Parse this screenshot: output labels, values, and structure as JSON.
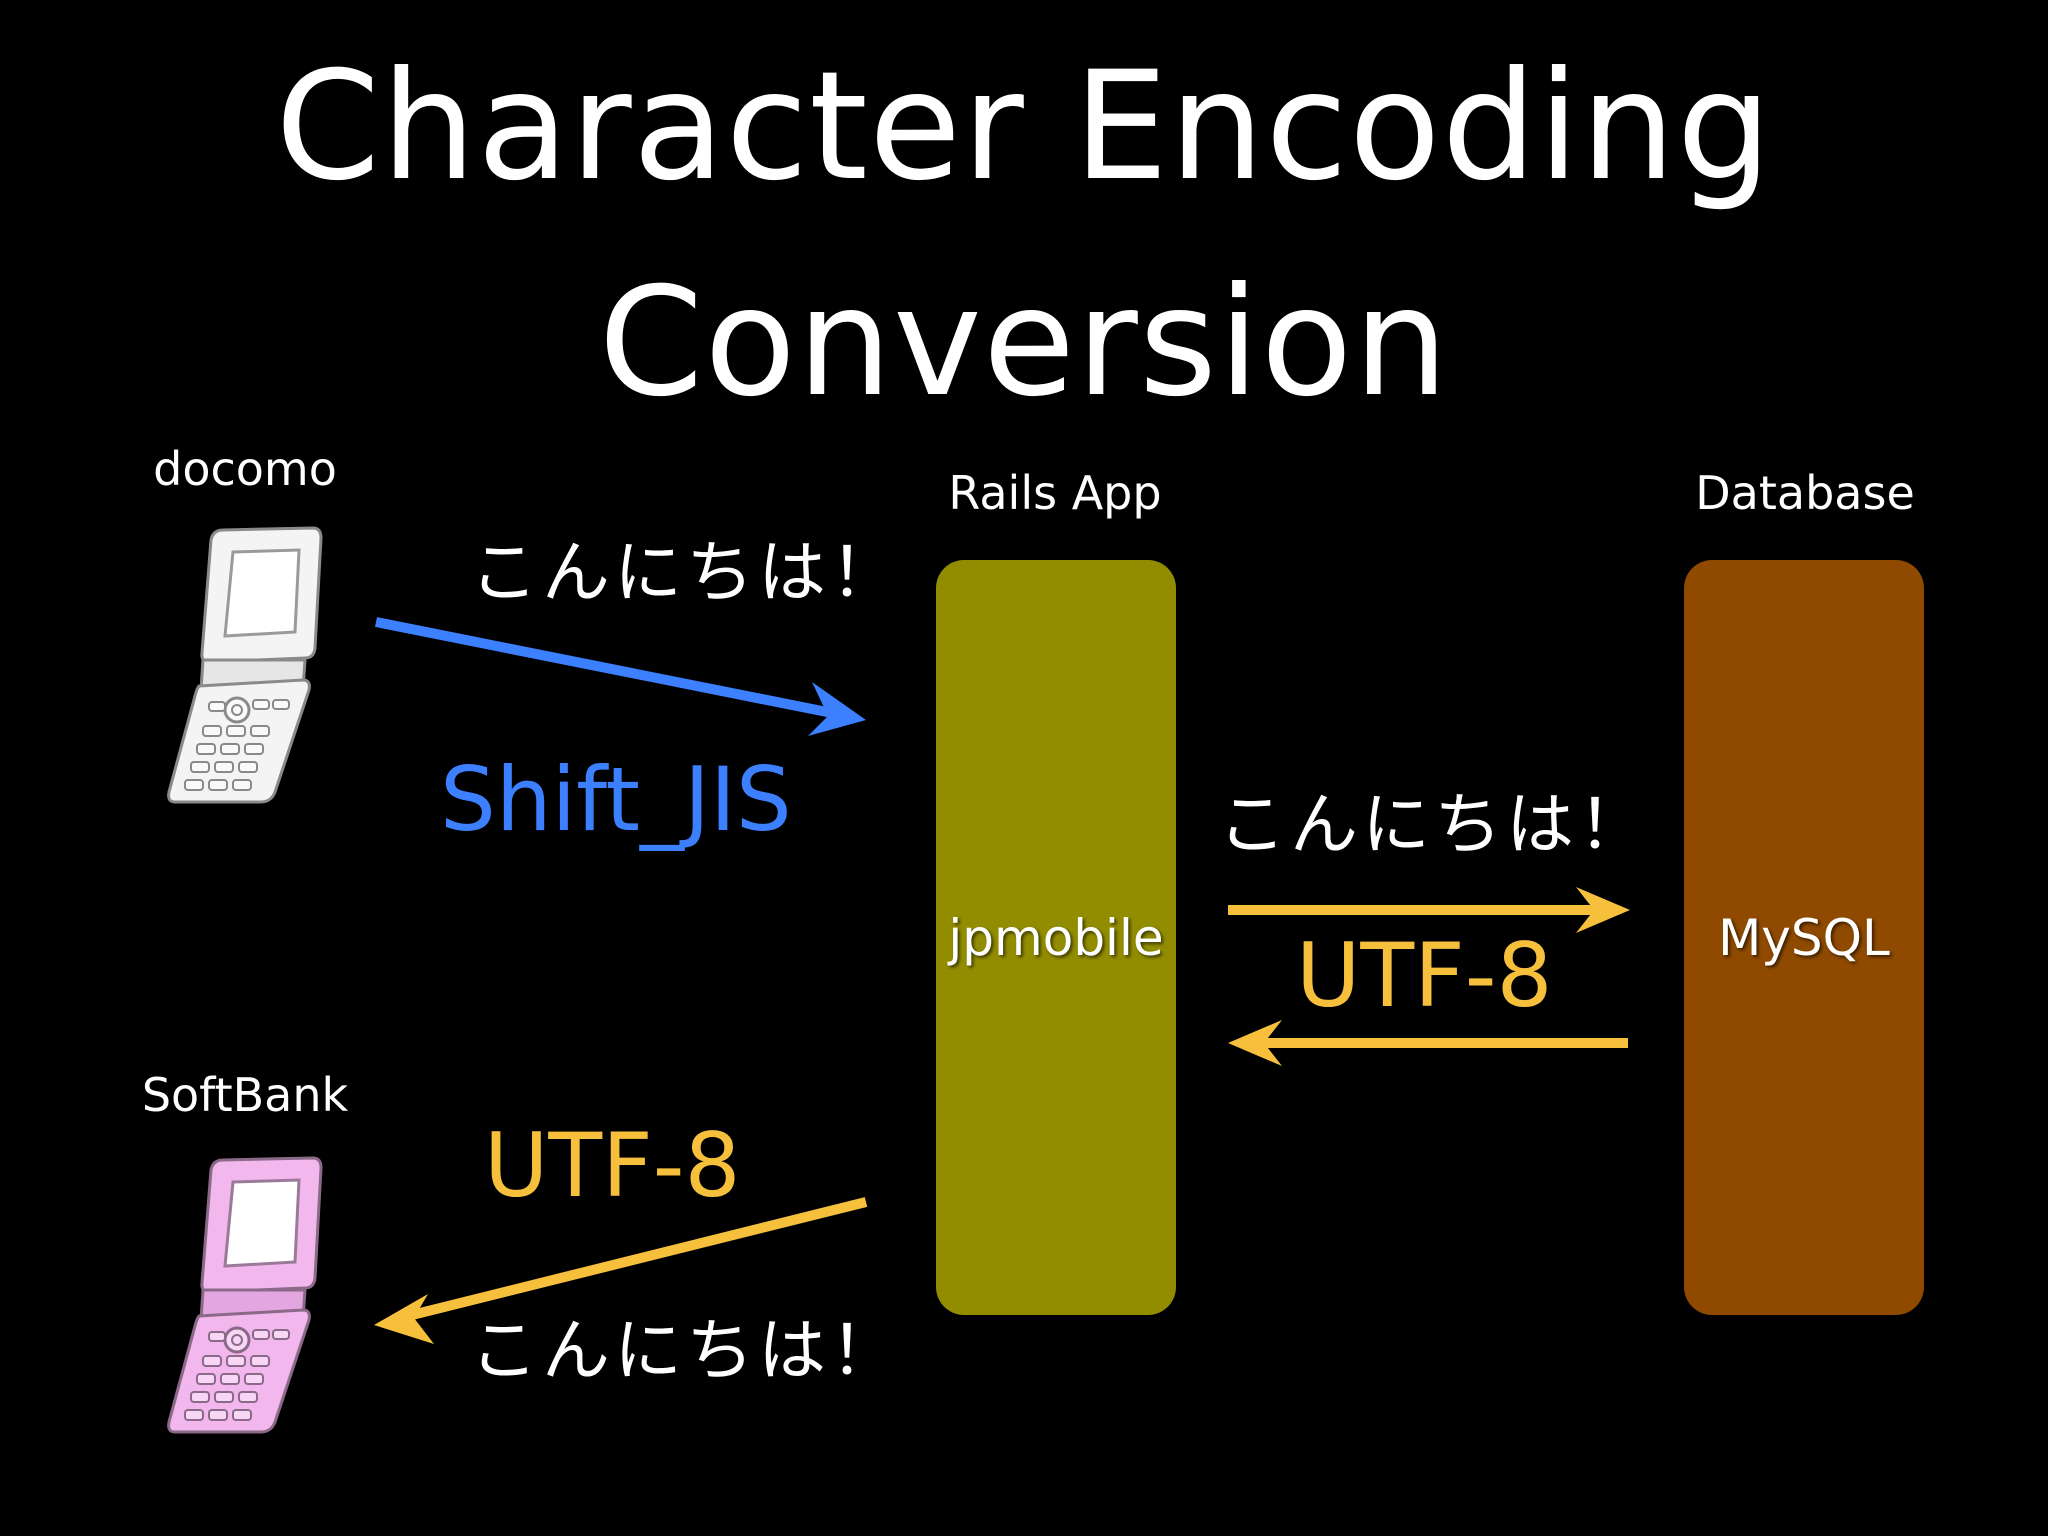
{
  "title": {
    "line1": "Character Encoding",
    "line2": "Conversion"
  },
  "devices": {
    "docomo": {
      "label": "docomo",
      "color": "#f4f4f4",
      "icon": "flip-phone-icon"
    },
    "softbank": {
      "label": "SoftBank",
      "color": "#f2b8ee",
      "icon": "flip-phone-icon"
    }
  },
  "rails": {
    "header": "Rails App",
    "box_label": "jpmobile",
    "color": "#928d00"
  },
  "database": {
    "header": "Database",
    "box_label": "MySQL",
    "color": "#8f4a00"
  },
  "flows": {
    "docomo_to_rails": {
      "message": "こんにちは！",
      "encoding": "Shift_JIS",
      "color": "#3c7fff"
    },
    "rails_db": {
      "message": "こんにちは！",
      "encoding": "UTF-8",
      "color": "#f6c03c"
    },
    "rails_to_softbank": {
      "message": "こんにちは！",
      "encoding": "UTF-8",
      "color": "#f6c03c"
    }
  }
}
